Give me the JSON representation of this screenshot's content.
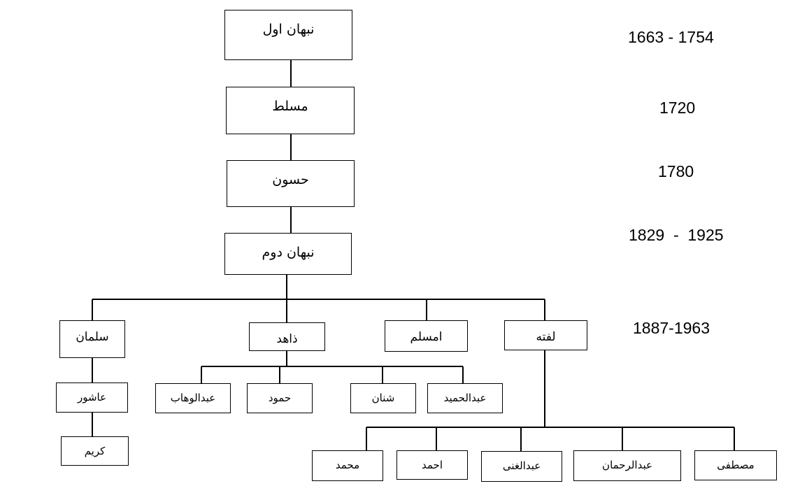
{
  "nodes": {
    "nabhan_1": "نبهان اول",
    "mosallat": "مسلط",
    "hassoun": "حسون",
    "nabhan_2": "نبهان  دوم",
    "salman": "سلمان",
    "zahed": "ذاهد",
    "aslam": "امسلم",
    "lafteh": "لفته",
    "ashour": "عاشور",
    "karim": "كريم",
    "abdolvahab": "عبدالوهاب",
    "hammoud": "حمود",
    "shanan": "شنان",
    "abdolhamid": "عبدالحميد",
    "mohammad": "محمد",
    "ahmad": "احمد",
    "abdolghani": "عبدالغنى",
    "abdolrahman": "عبدالرحمان",
    "mostafa": "مصطفى"
  },
  "years": {
    "y1": "1663 - 1754",
    "y2": "1720",
    "y3": "1780",
    "y4": "1829  -  1925",
    "y5": "1887-1963"
  }
}
